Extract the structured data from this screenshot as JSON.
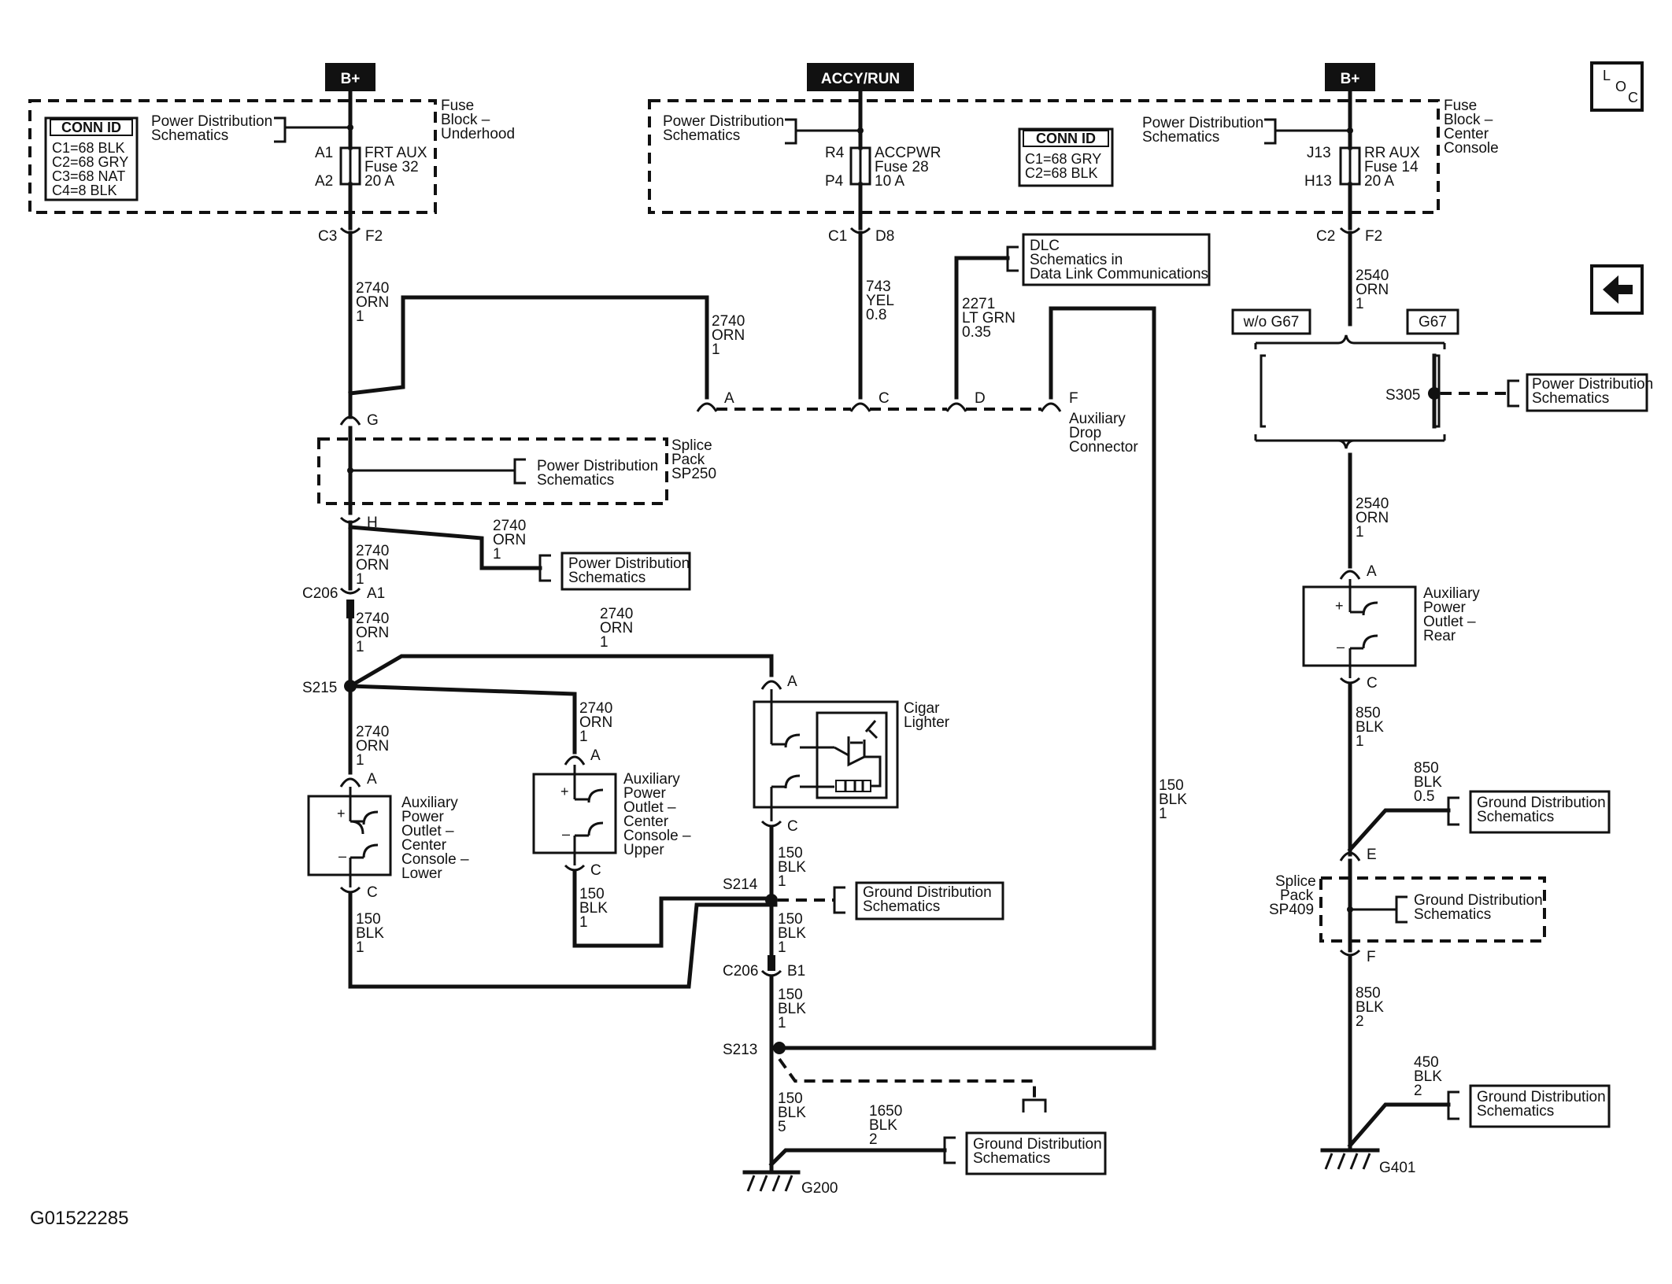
{
  "diagram_id": "G01522285",
  "nav": {
    "loc_icon_text": "L O C",
    "back_icon": "left-arrow"
  },
  "power_tags": {
    "b_plus_left": "B+",
    "accy_run": "ACCY/RUN",
    "b_plus_right": "B+"
  },
  "fuse_block_underhood": {
    "title": "Fuse Block – Underhood",
    "conn_id_header": "CONN ID",
    "conn_ids": [
      "C1=68 BLK",
      "C2=68 GRY",
      "C3=68 NAT",
      "C4=8 BLK"
    ],
    "ref": "Power Distribution Schematics",
    "pin_top": "A1",
    "pin_bottom": "A2",
    "fuse_name": "FRT AUX",
    "fuse_number": "Fuse 32",
    "fuse_rating": "20 A",
    "connector": "C3",
    "connector_pin": "F2"
  },
  "fuse_block_center": {
    "title": "Fuse Block – Center Console",
    "conn_id_header": "CONN ID",
    "conn_ids": [
      "C1=68 GRY",
      "C2=68 BLK"
    ],
    "ref_left": "Power Distribution Schematics",
    "ref_right": "Power Distribution Schematics",
    "accpwr": {
      "pin_top": "R4",
      "pin_bottom": "P4",
      "name": "ACCPWR",
      "number": "Fuse 28",
      "rating": "10 A",
      "connector": "C1",
      "connector_pin": "D8"
    },
    "rraux": {
      "pin_top": "J13",
      "pin_bottom": "H13",
      "name": "RR AUX",
      "number": "Fuse 14",
      "rating": "20 A",
      "connector": "C2",
      "connector_pin": "F2"
    }
  },
  "wires": {
    "w2740": [
      "2740",
      "ORN",
      "1"
    ],
    "w743": [
      "743",
      "YEL",
      "0.8"
    ],
    "w2271": [
      "2271",
      "LT GRN",
      "0.35"
    ],
    "w2540": [
      "2540",
      "ORN",
      "1"
    ],
    "w150_1": [
      "150",
      "BLK",
      "1"
    ],
    "w150_5": [
      "150",
      "BLK",
      "5"
    ],
    "w1650": [
      "1650",
      "BLK",
      "2"
    ],
    "w850_1": [
      "850",
      "BLK",
      "1"
    ],
    "w850_05": [
      "850",
      "BLK",
      "0.5"
    ],
    "w850_2": [
      "850",
      "BLK",
      "2"
    ],
    "w450": [
      "450",
      "BLK",
      "2"
    ]
  },
  "dlc_ref": [
    "DLC",
    "Schematics in",
    "Data Link Communications"
  ],
  "aux_drop_connector": {
    "label": "Auxiliary Drop Connector",
    "pins": [
      "A",
      "C",
      "D",
      "F"
    ]
  },
  "splice_pack_sp250": {
    "label": "Splice Pack SP250",
    "pin_top": "G",
    "pin_bottom": "H",
    "ref": "Power Distribution Schematics"
  },
  "ref_h": "Power Distribution Schematics",
  "c206": {
    "name": "C206",
    "pin_a": "A1",
    "pin_b": "B1"
  },
  "splices": {
    "s215": "S215",
    "s214": "S214",
    "s213": "S213",
    "s305": "S305"
  },
  "outlet_lower": {
    "label": "Auxiliary Power Outlet – Center Console – Lower",
    "pin_a": "A",
    "pin_c": "C"
  },
  "outlet_upper": {
    "label": "Auxiliary Power Outlet – Center Console – Upper",
    "pin_a": "A",
    "pin_c": "C"
  },
  "cigar_lighter": {
    "label": "Cigar Lighter",
    "pin_a": "A",
    "pin_c": "C"
  },
  "outlet_rear": {
    "label": "Auxiliary Power Outlet – Rear",
    "pin_a": "A",
    "pin_c": "C"
  },
  "ground_refs": "Ground Distribution Schematics",
  "ref_s305": "Power Distribution Schematics",
  "options": {
    "without": "w/o G67",
    "with": "G67"
  },
  "splice_pack_sp409": {
    "label": "Splice Pack SP409",
    "pin_top": "E",
    "pin_bottom": "F",
    "ref": "Ground Distribution Schematics"
  },
  "grounds": {
    "g200": "G200",
    "g401": "G401"
  },
  "polarity": {
    "plus": "+",
    "minus": "–"
  }
}
